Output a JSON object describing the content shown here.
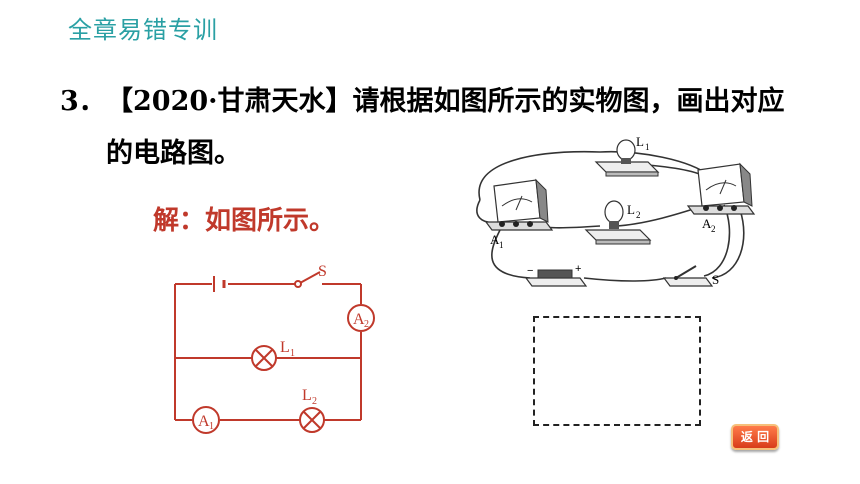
{
  "header": {
    "title": "全章易错专训"
  },
  "question": {
    "number": "3．",
    "line1": "【2020·甘肃天水】请根据如图所示的实物图，画出对应",
    "line2": "的电路图。"
  },
  "answer": {
    "text": "解：如图所示。"
  },
  "circuit_diagram": {
    "switch_label": "S",
    "ammeter2_label": "A",
    "ammeter2_sub": "2",
    "lamp1_label": "L",
    "lamp1_sub": "1",
    "lamp2_label": "L",
    "lamp2_sub": "2",
    "ammeter1_label": "A",
    "ammeter1_sub": "1"
  },
  "physical_diagram": {
    "lamp1_label": "L",
    "lamp1_sub": "1",
    "lamp2_label": "L",
    "lamp2_sub": "2",
    "ammeter1_label": "A",
    "ammeter1_sub": "1",
    "ammeter2_label": "A",
    "ammeter2_sub": "2",
    "switch_label": "S",
    "battery_minus": "−",
    "battery_plus": "+"
  },
  "back_button": {
    "label": "返 回"
  }
}
